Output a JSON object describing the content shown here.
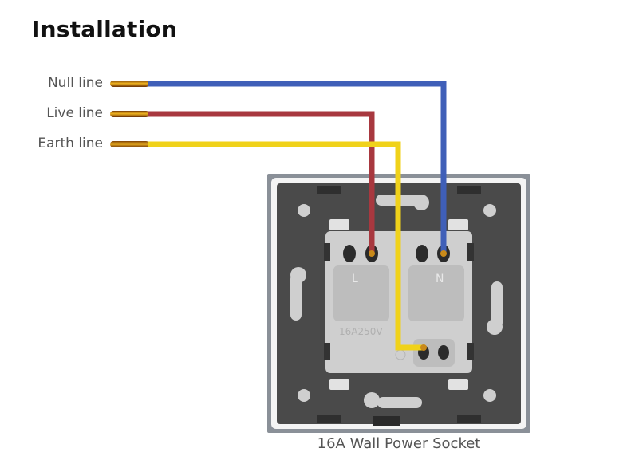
{
  "title": "Installation",
  "wires": [
    {
      "id": "null",
      "label": "Null line",
      "color": "#3f5fb8",
      "terminal": "N"
    },
    {
      "id": "live",
      "label": "Live line",
      "color": "#a8383f",
      "terminal": "L"
    },
    {
      "id": "earth",
      "label": "Earth line",
      "color": "#f0d21a",
      "terminal": "earth"
    }
  ],
  "socket": {
    "terminal_labels": {
      "live": "L",
      "neutral": "N"
    },
    "rating_text": "16A250V",
    "plate_color": "#4a4a4a",
    "frame_color": "#8a9098",
    "module_color": "#cfcfcf"
  },
  "caption": "16A Wall Power Socket",
  "copper_color": "#c98a1a"
}
